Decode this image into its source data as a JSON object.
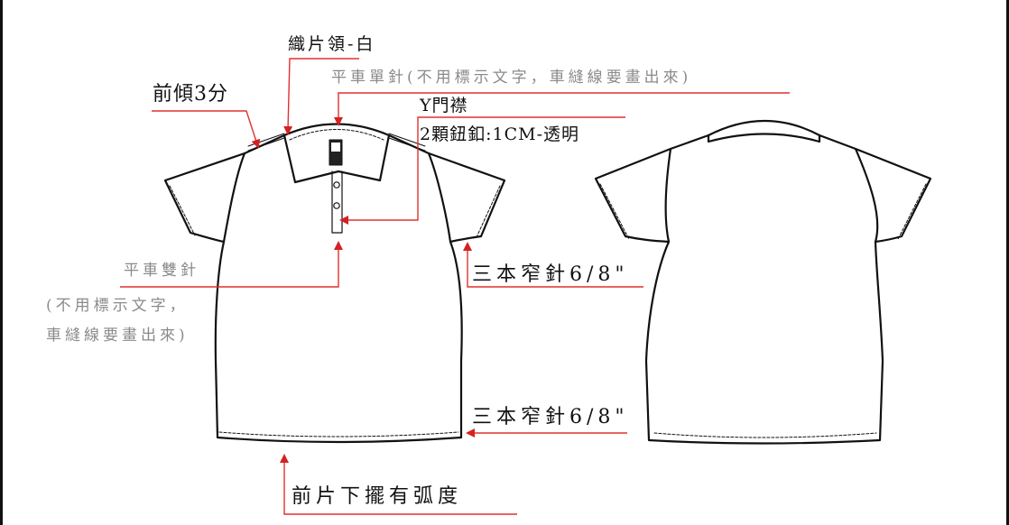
{
  "labels": {
    "front_tilt": "前傾3分",
    "collar": "織片領-白",
    "single_needle": "平車單針(不用標示文字，車縫線要畫出來)",
    "placket_title": "Y門襟",
    "placket_buttons": "2顆鈕釦:1CM-透明",
    "double_needle": "平車雙針",
    "double_note_line1": "(不用標示文字，",
    "double_note_line2": "車縫線要畫出來)",
    "sleeve_stitch": "三本窄針6/8\"",
    "hem_stitch": "三本窄針6/8\"",
    "front_hem": "前片下擺有弧度"
  },
  "colors": {
    "callout_line": "#e0302e",
    "arrow": "#d42121",
    "outline": "#111111",
    "muted_text": "#8a8a8a"
  }
}
